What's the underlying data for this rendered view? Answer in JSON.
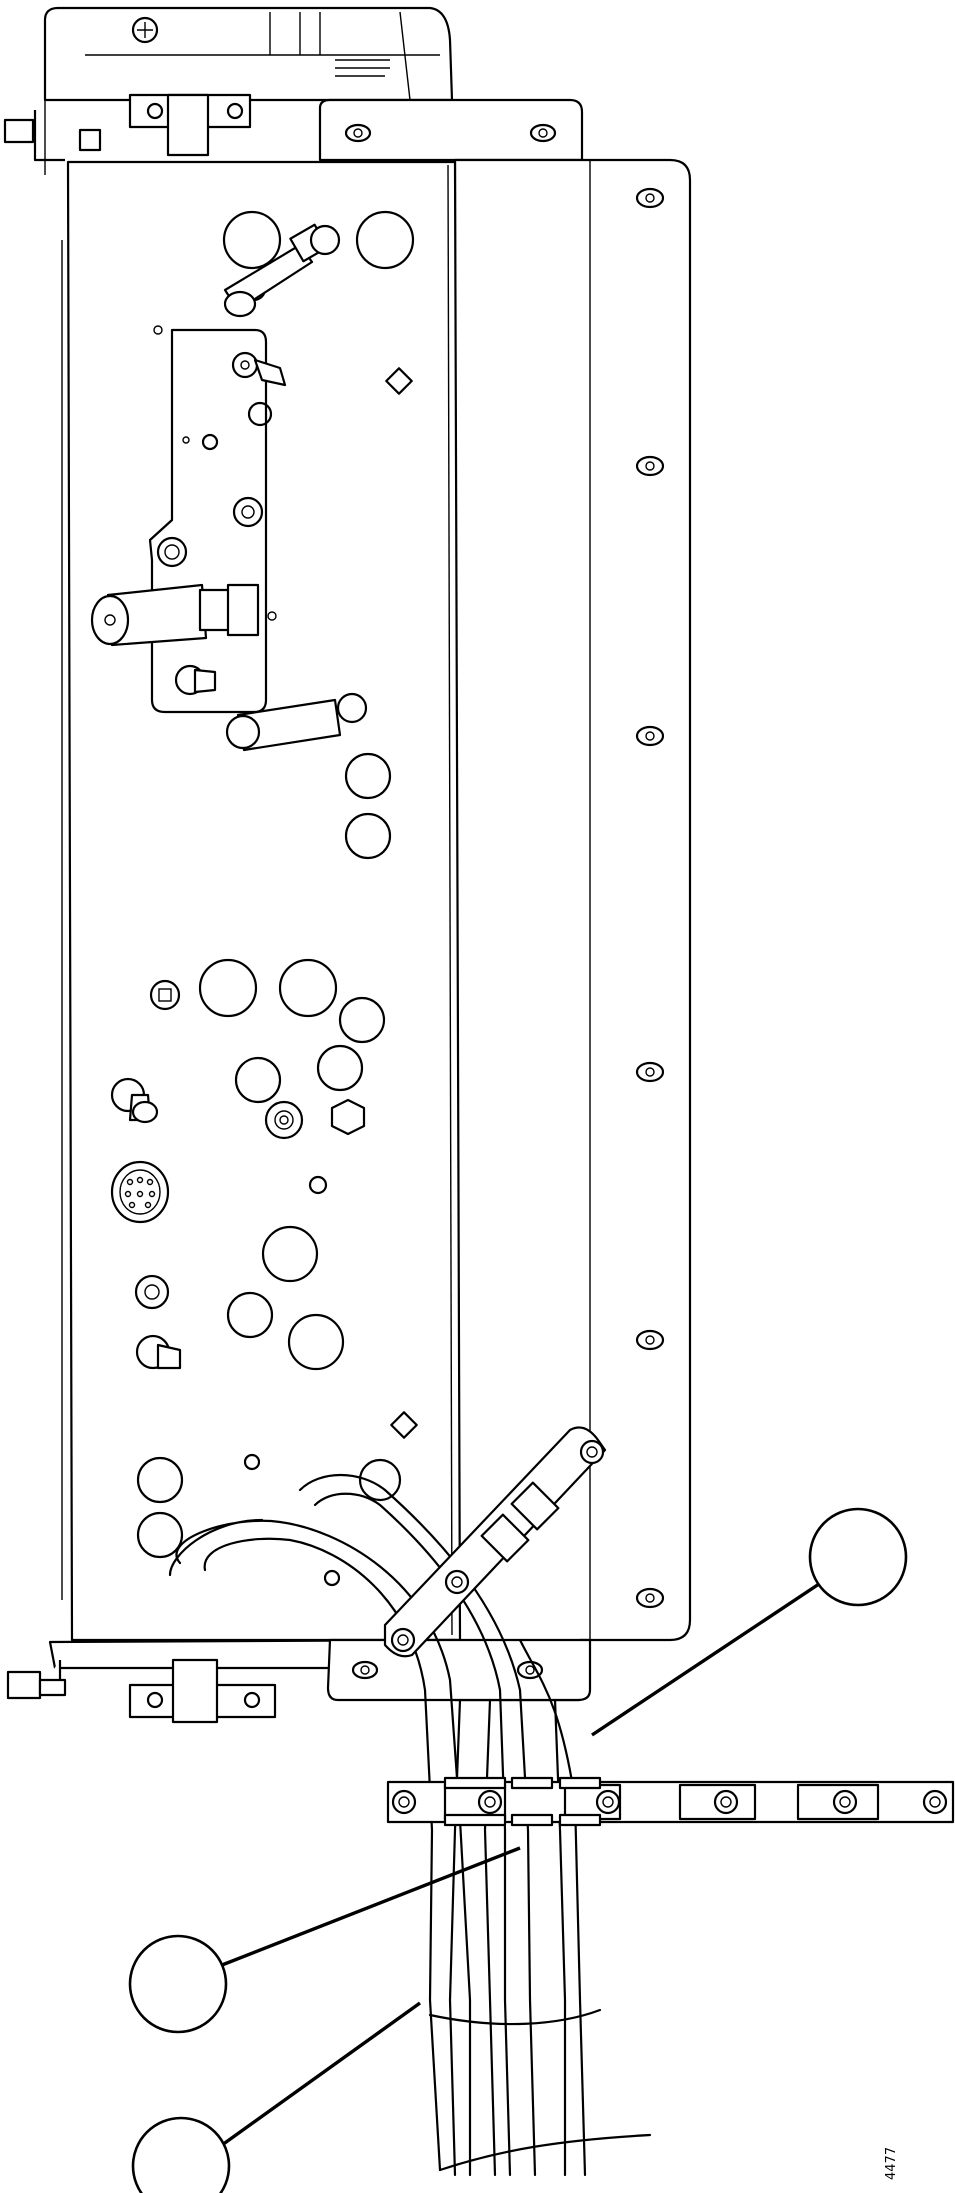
{
  "figure": {
    "reference_code": "4477"
  },
  "callouts": [
    {
      "id": "callout-a",
      "label": ""
    },
    {
      "id": "callout-b",
      "label": ""
    },
    {
      "id": "callout-c",
      "label": ""
    }
  ]
}
